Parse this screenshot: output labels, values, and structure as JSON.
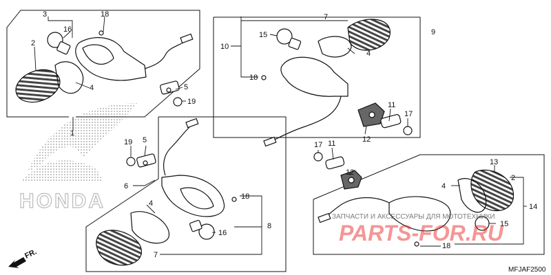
{
  "diagram": {
    "part_numbers": {
      "p1": "1",
      "p2": "2",
      "p3": "3",
      "p4": "4",
      "p5": "5",
      "p6": "6",
      "p7": "7",
      "p8": "8",
      "p9": "9",
      "p10": "10",
      "p11": "11",
      "p12": "12",
      "p13": "13",
      "p14": "14",
      "p15": "15",
      "p16": "16",
      "p17": "17",
      "p18": "18",
      "p19": "19"
    },
    "brand_watermark": "HONDA",
    "fr_arrow_label": "FR.",
    "reference_code": "MFJAF2500"
  },
  "watermark": {
    "logo_text": "PARTS-FOR.RU",
    "tagline": "ЗАПЧАСТИ И АКСЕССУАРЫ ДЛЯ МОТОТЕХНИКИ",
    "logo_color": "#e8201c",
    "tagline_color": "#666666"
  },
  "colors": {
    "line": "#111111",
    "hatch": "#444444",
    "background": "#ffffff"
  }
}
